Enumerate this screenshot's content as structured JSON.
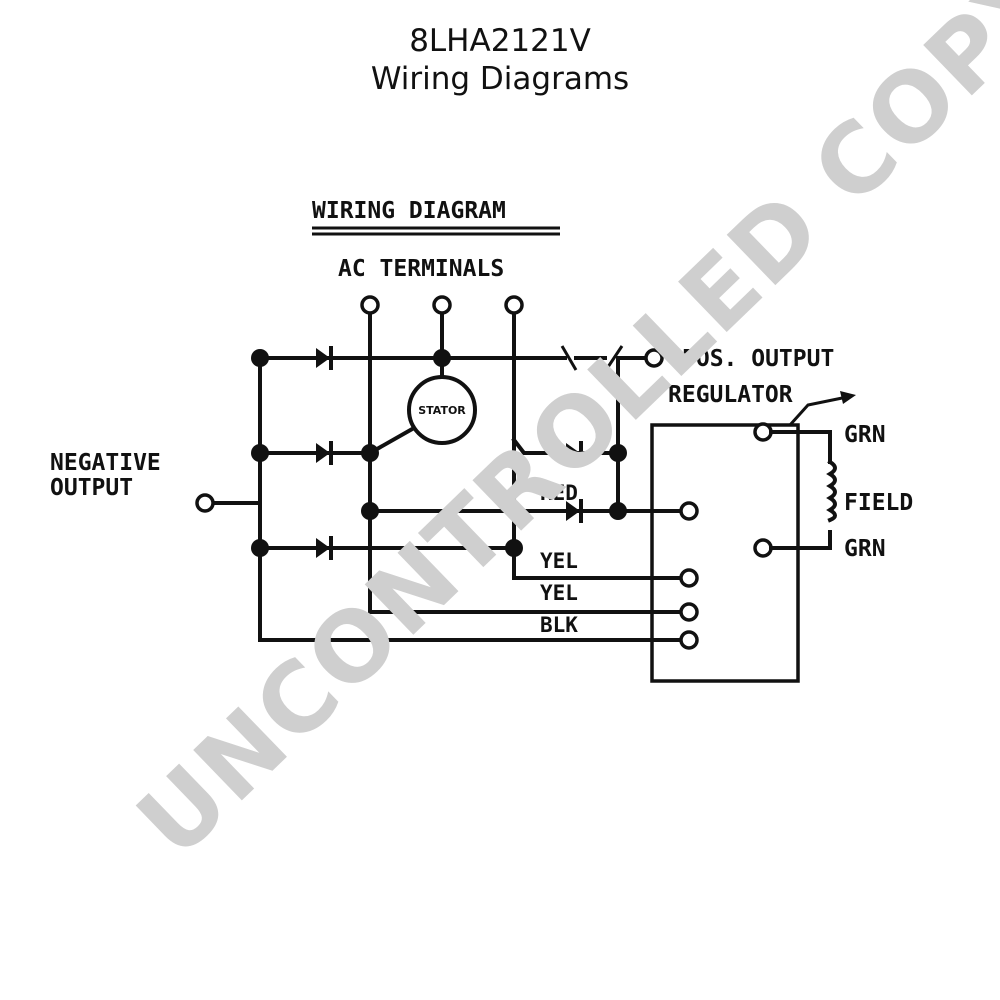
{
  "header": {
    "model": "8LHA2121V",
    "subtitle": "Wiring Diagrams"
  },
  "diagram": {
    "title": "WIRING DIAGRAM",
    "ac_terminals": "AC TERMINALS",
    "stator": "STATOR",
    "pos_output": "POS. OUTPUT",
    "regulator": "REGULATOR",
    "negative_line1": "NEGATIVE",
    "negative_line2": "OUTPUT",
    "wire_red": "RED",
    "wire_yel_1": "YEL",
    "wire_yel_2": "YEL",
    "wire_blk": "BLK",
    "field_grn_top": "GRN",
    "field_label": "FIELD",
    "field_grn_bottom": "GRN"
  },
  "watermark": "UNCONTROLLED COPY",
  "colors": {
    "ink": "#111111",
    "watermark": "#cfcfcf",
    "background": "#ffffff"
  }
}
